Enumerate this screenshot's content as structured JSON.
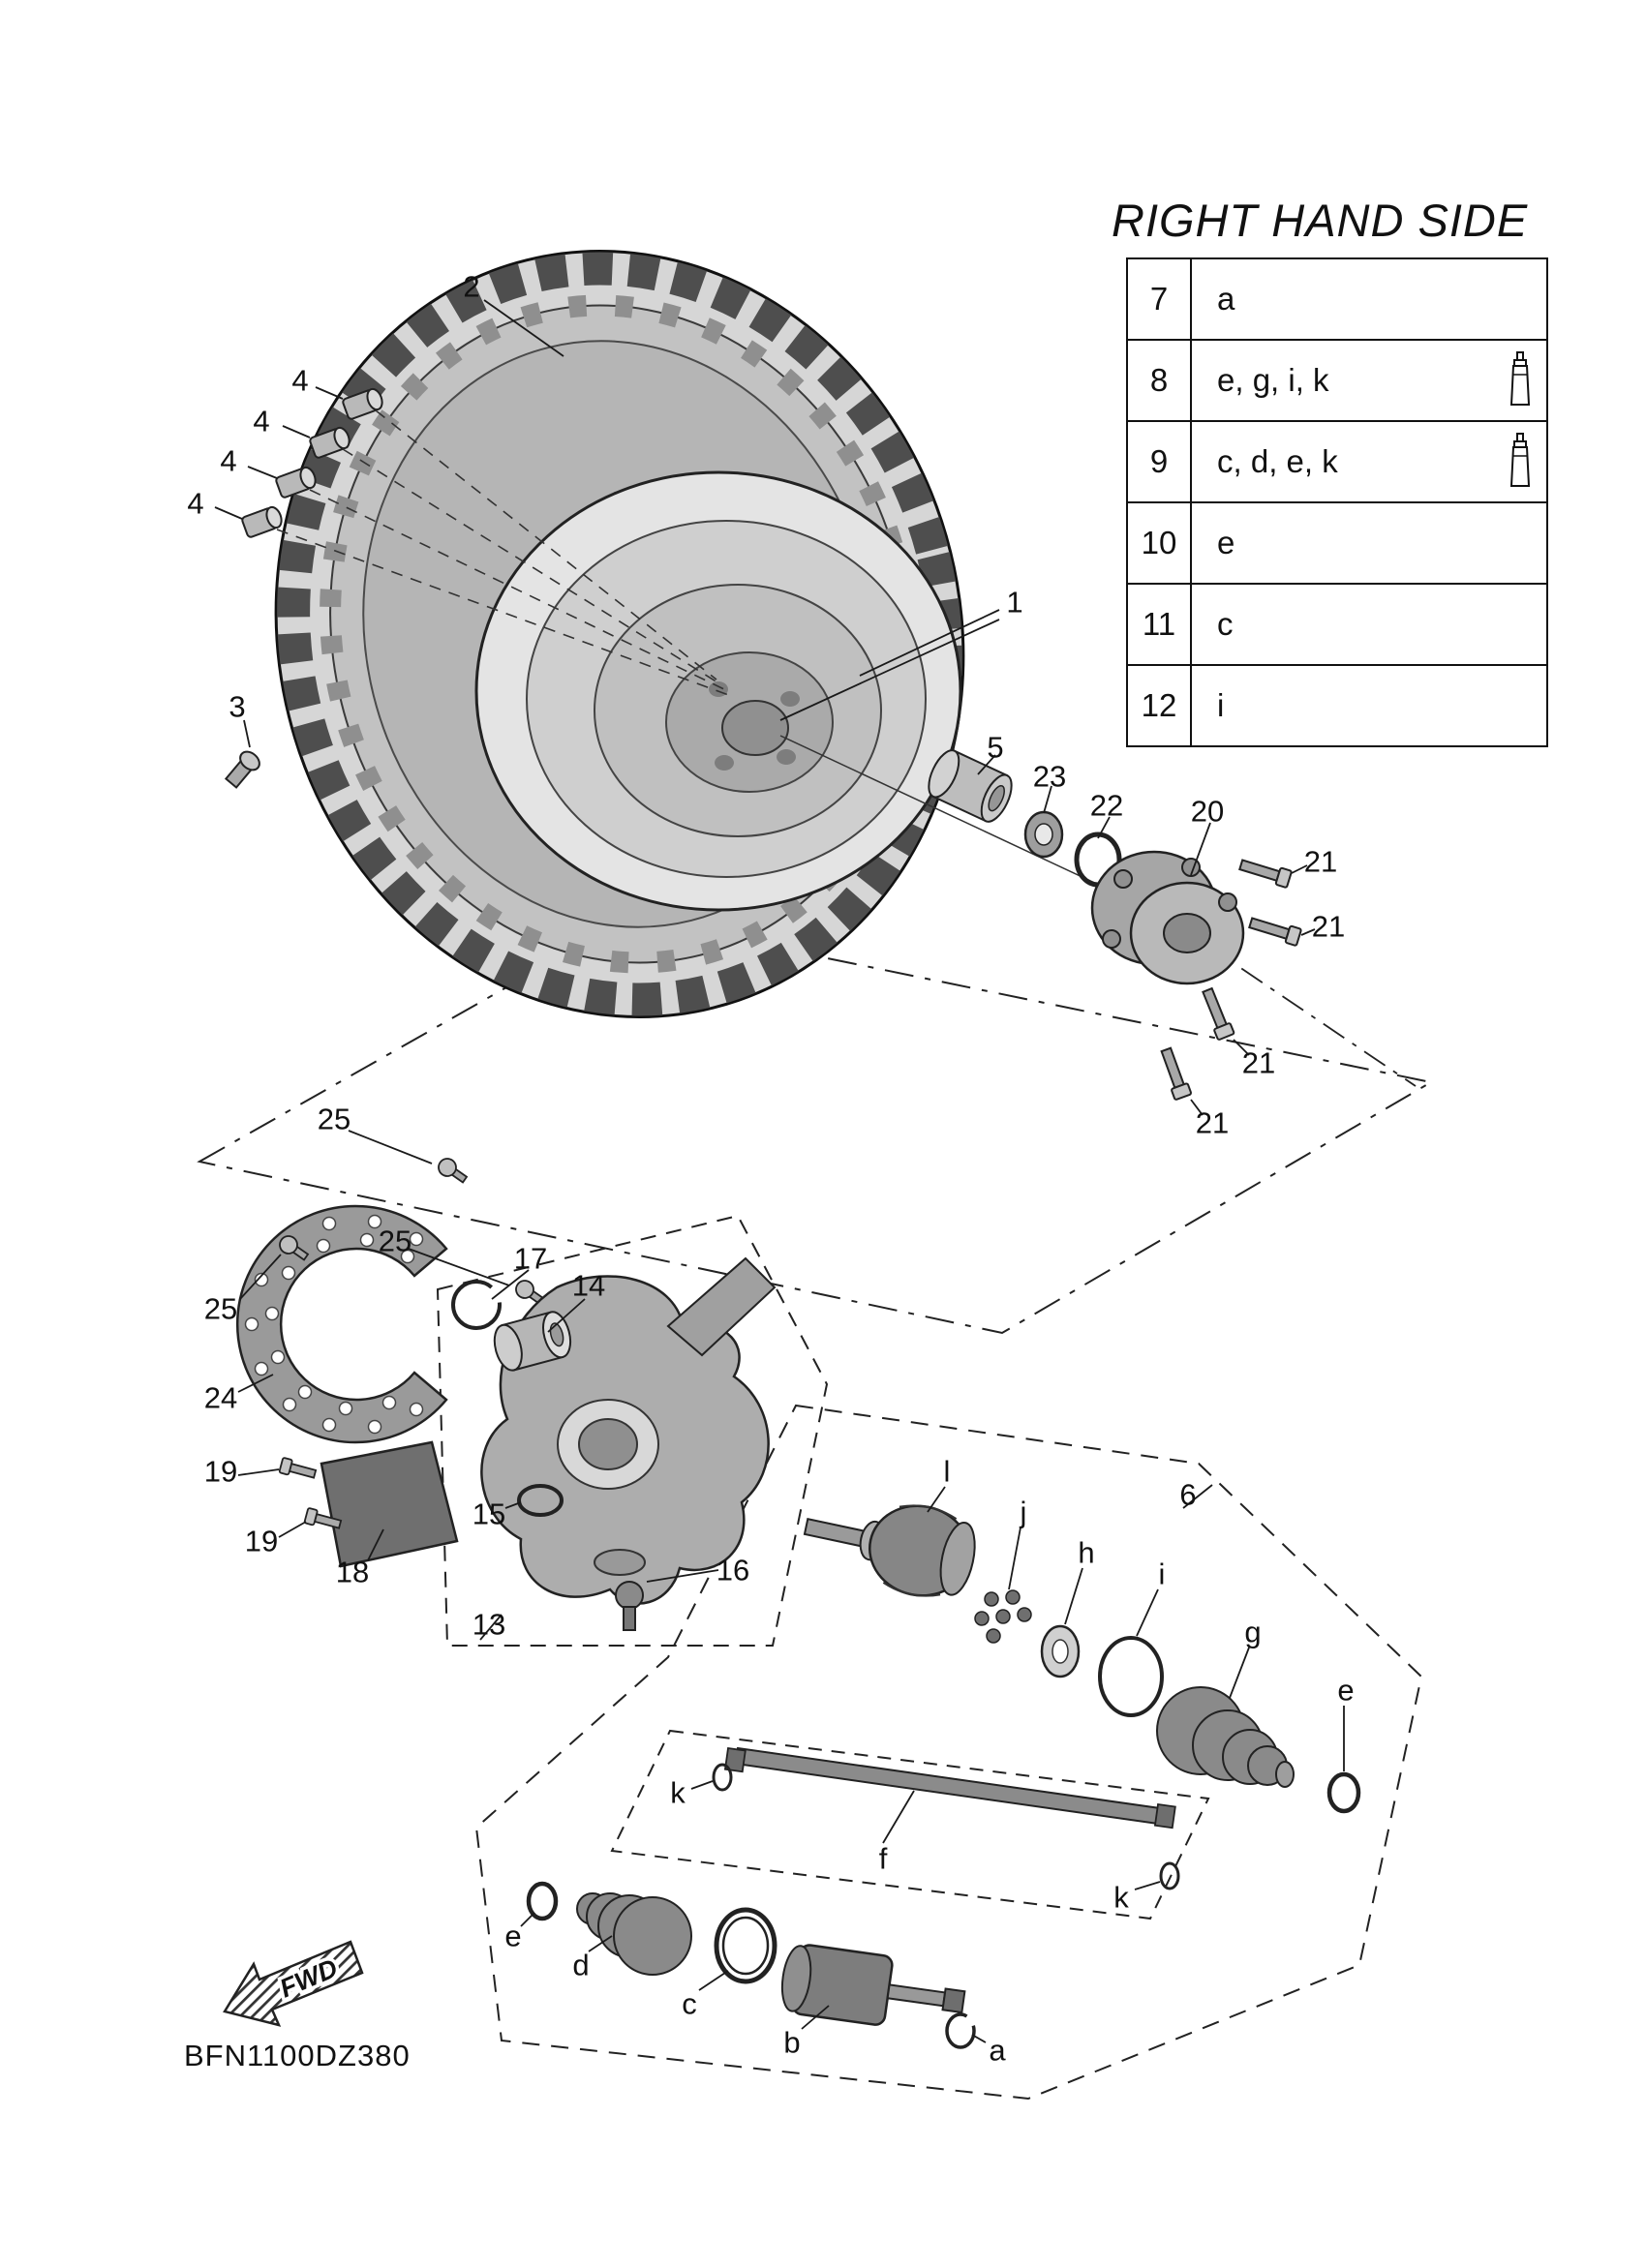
{
  "page": {
    "title": "RIGHT HAND SIDE",
    "diagram_code": "BFN1100DZ380",
    "fwd_label": "FWD"
  },
  "ref_table": {
    "rows": [
      {
        "ref": "7",
        "items": "a",
        "has_grease_icon": false
      },
      {
        "ref": "8",
        "items": "e, g, i, k",
        "has_grease_icon": true
      },
      {
        "ref": "9",
        "items": "c, d, e, k",
        "has_grease_icon": true
      },
      {
        "ref": "10",
        "items": "e",
        "has_grease_icon": false
      },
      {
        "ref": "11",
        "items": "c",
        "has_grease_icon": false
      },
      {
        "ref": "12",
        "items": "i",
        "has_grease_icon": false
      }
    ]
  },
  "callouts": {
    "numbers": {
      "n1": "1",
      "n2": "2",
      "n3": "3",
      "n4": "4",
      "n5": "5",
      "n6": "6",
      "n13": "13",
      "n14": "14",
      "n15": "15",
      "n16": "16",
      "n17": "17",
      "n18": "18",
      "n19": "19",
      "n20": "20",
      "n21": "21",
      "n22": "22",
      "n23": "23",
      "n24": "24",
      "n25": "25"
    },
    "letters": {
      "a": "a",
      "b": "b",
      "c": "c",
      "d": "d",
      "e": "e",
      "f": "f",
      "g": "g",
      "h": "h",
      "i": "i",
      "j": "j",
      "k": "k",
      "l": "l"
    }
  }
}
